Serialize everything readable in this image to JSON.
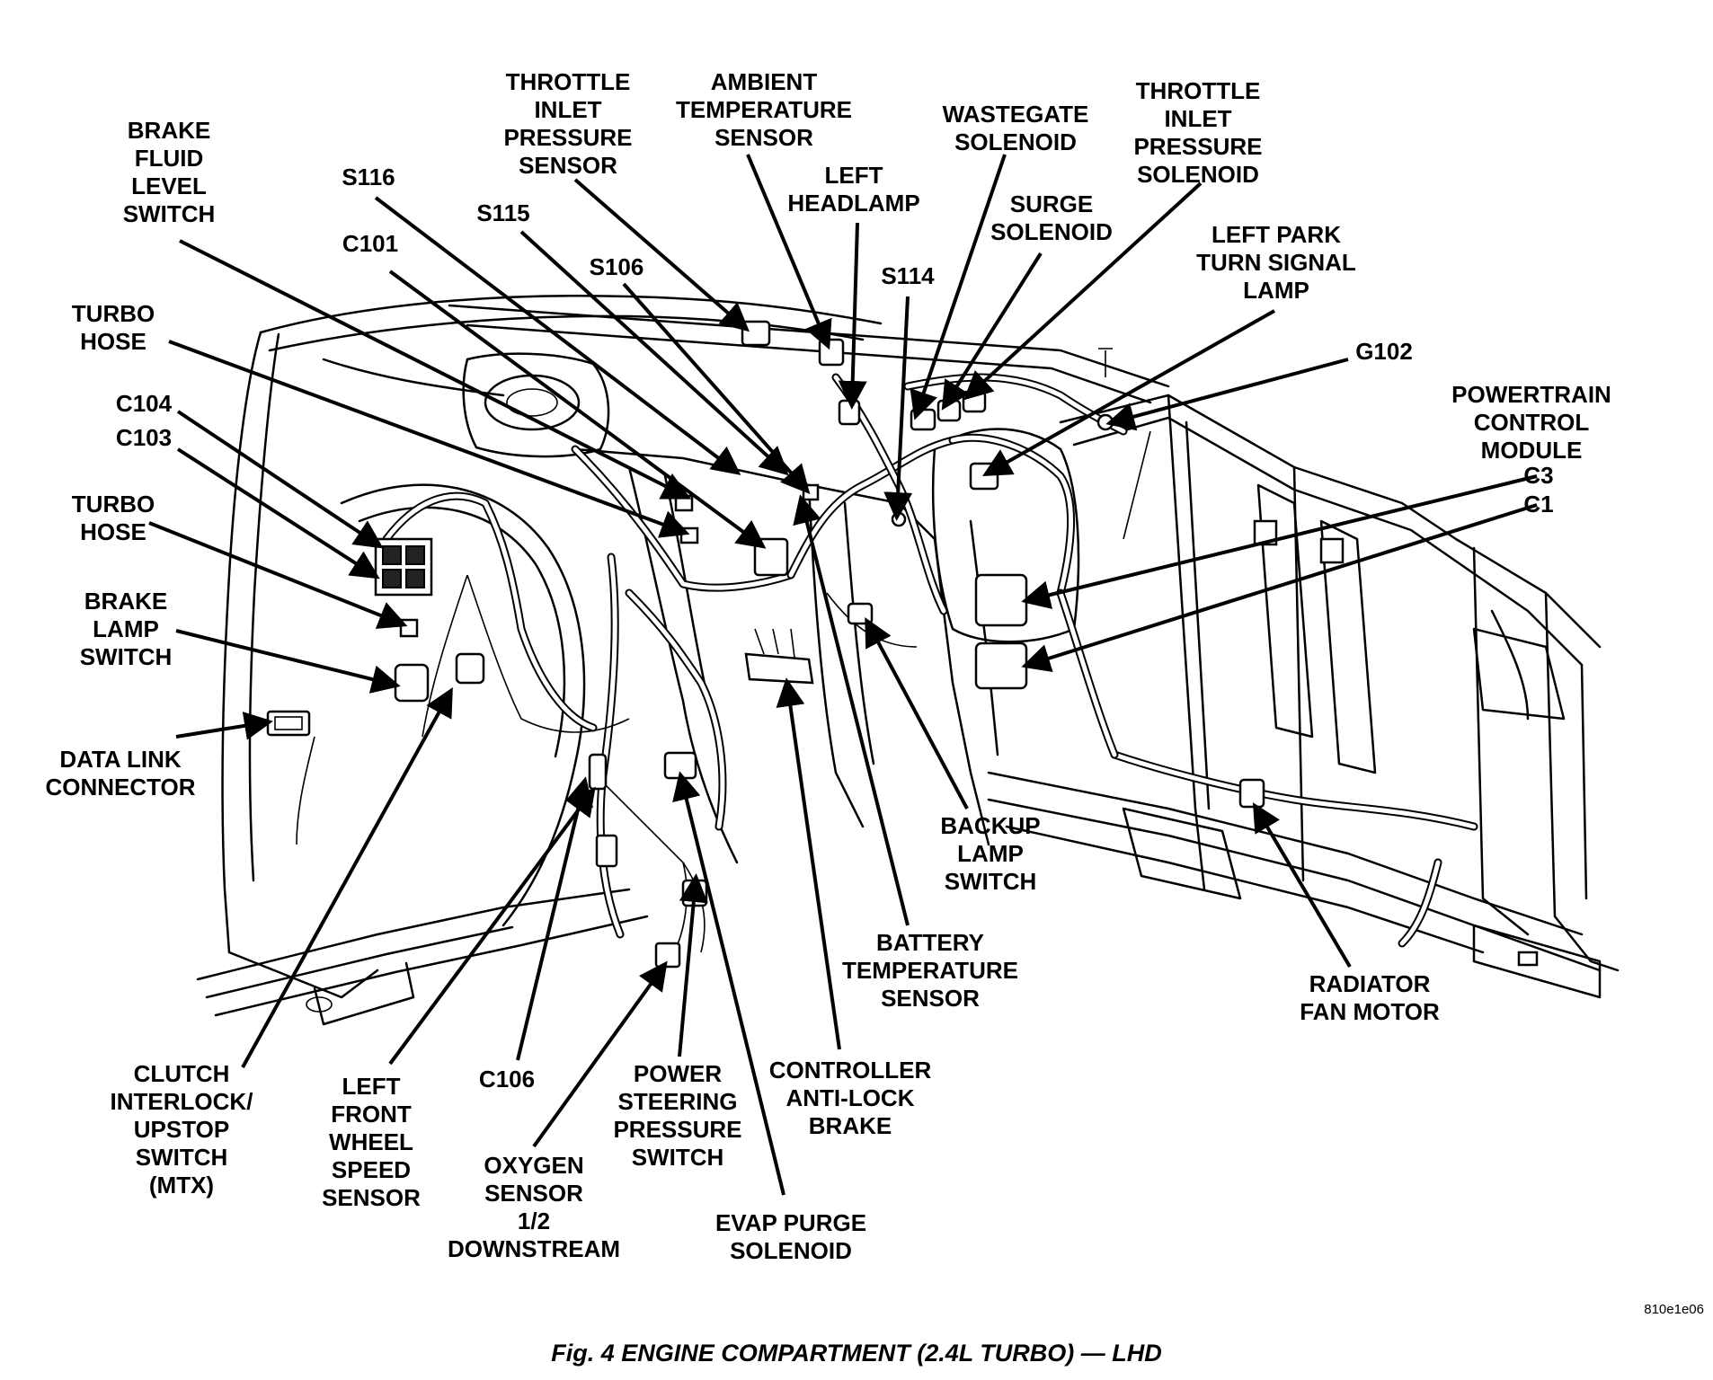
{
  "labels": {
    "throttle_inlet_pressure_sensor": [
      "THROTTLE",
      "INLET",
      "PRESSURE",
      "SENSOR"
    ],
    "ambient_temperature_sensor": [
      "AMBIENT",
      "TEMPERATURE",
      "SENSOR"
    ],
    "wastegate_solenoid": [
      "WASTEGATE",
      "SOLENOID"
    ],
    "throttle_inlet_pressure_solenoid": [
      "THROTTLE",
      "INLET",
      "PRESSURE",
      "SOLENOID"
    ],
    "brake_fluid_level_switch": [
      "BRAKE",
      "FLUID",
      "LEVEL",
      "SWITCH"
    ],
    "s116": [
      "S116"
    ],
    "left_headlamp": [
      "LEFT",
      "HEADLAMP"
    ],
    "surge_solenoid": [
      "SURGE",
      "SOLENOID"
    ],
    "s115": [
      "S115"
    ],
    "c101": [
      "C101"
    ],
    "left_park_turn_signal_lamp": [
      "LEFT PARK",
      "TURN SIGNAL",
      "LAMP"
    ],
    "s106": [
      "S106"
    ],
    "s114": [
      "S114"
    ],
    "turbo_hose_upper": [
      "TURBO",
      "HOSE"
    ],
    "g102": [
      "G102"
    ],
    "c104": [
      "C104"
    ],
    "c103": [
      "C103"
    ],
    "powertrain_control_module": [
      "POWERTRAIN",
      "CONTROL",
      "MODULE"
    ],
    "c3": [
      "C3"
    ],
    "c1": [
      "C1"
    ],
    "turbo_hose_lower": [
      "TURBO",
      "HOSE"
    ],
    "brake_lamp_switch": [
      "BRAKE",
      "LAMP",
      "SWITCH"
    ],
    "data_link_connector": [
      "DATA LINK",
      "CONNECTOR"
    ],
    "backup_lamp_switch": [
      "BACKUP",
      "LAMP",
      "SWITCH"
    ],
    "battery_temperature_sensor": [
      "BATTERY",
      "TEMPERATURE",
      "SENSOR"
    ],
    "radiator_fan_motor": [
      "RADIATOR",
      "FAN MOTOR"
    ],
    "clutch_interlock_upstop_switch": [
      "CLUTCH",
      "INTERLOCK/",
      "UPSTOP",
      "SWITCH",
      "(MTX)"
    ],
    "left_front_wheel_speed_sensor": [
      "LEFT",
      "FRONT",
      "WHEEL",
      "SPEED",
      "SENSOR"
    ],
    "c106": [
      "C106"
    ],
    "controller_anti_lock_brake": [
      "CONTROLLER",
      "ANTI-LOCK",
      "BRAKE"
    ],
    "power_steering_pressure_switch": [
      "POWER",
      "STEERING",
      "PRESSURE",
      "SWITCH"
    ],
    "oxygen_sensor_downstream": [
      "OXYGEN",
      "SENSOR",
      "1/2",
      "DOWNSTREAM"
    ],
    "evap_purge_solenoid": [
      "EVAP PURGE",
      "SOLENOID"
    ]
  },
  "reference_code": "810e1e06",
  "caption": "Fig. 4 ENGINE COMPARTMENT (2.4L TURBO) — LHD"
}
